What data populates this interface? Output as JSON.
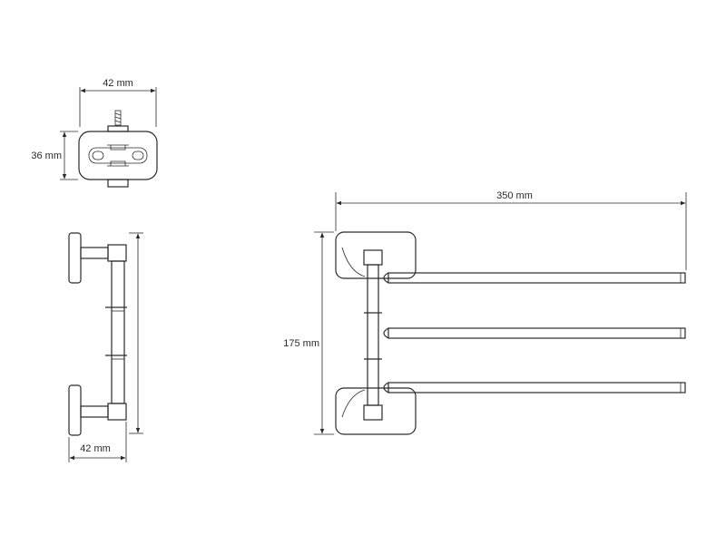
{
  "colors": {
    "line": "#2a2a2a",
    "background": "#ffffff"
  },
  "dimensions": {
    "top_width": "42 mm",
    "top_height": "36 mm",
    "side_depth": "42 mm",
    "front_width": "350 mm",
    "front_height": "175 mm"
  }
}
